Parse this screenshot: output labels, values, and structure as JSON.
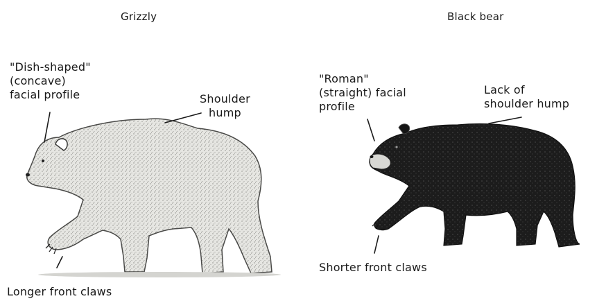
{
  "titles": {
    "grizzly": "Grizzly",
    "black_bear": "Black bear"
  },
  "grizzly_labels": {
    "profile": [
      "\"Dish-shaped\"",
      "(concave)",
      "facial profile"
    ],
    "hump": [
      "Shoulder",
      "hump"
    ],
    "claws": "Longer front claws"
  },
  "black_bear_labels": {
    "profile": [
      "\"Roman\"",
      "(straight) facial",
      "profile"
    ],
    "hump": [
      "Lack of",
      "shoulder hump"
    ],
    "claws": "Shorter front claws"
  },
  "colors": {
    "grizzly_fur": "#d9d9d4",
    "black_fur": "#1c1c1c",
    "line": "#1a1a1a"
  },
  "icons": {
    "grizzly": "grizzly-bear-illustration",
    "black_bear": "black-bear-illustration"
  }
}
